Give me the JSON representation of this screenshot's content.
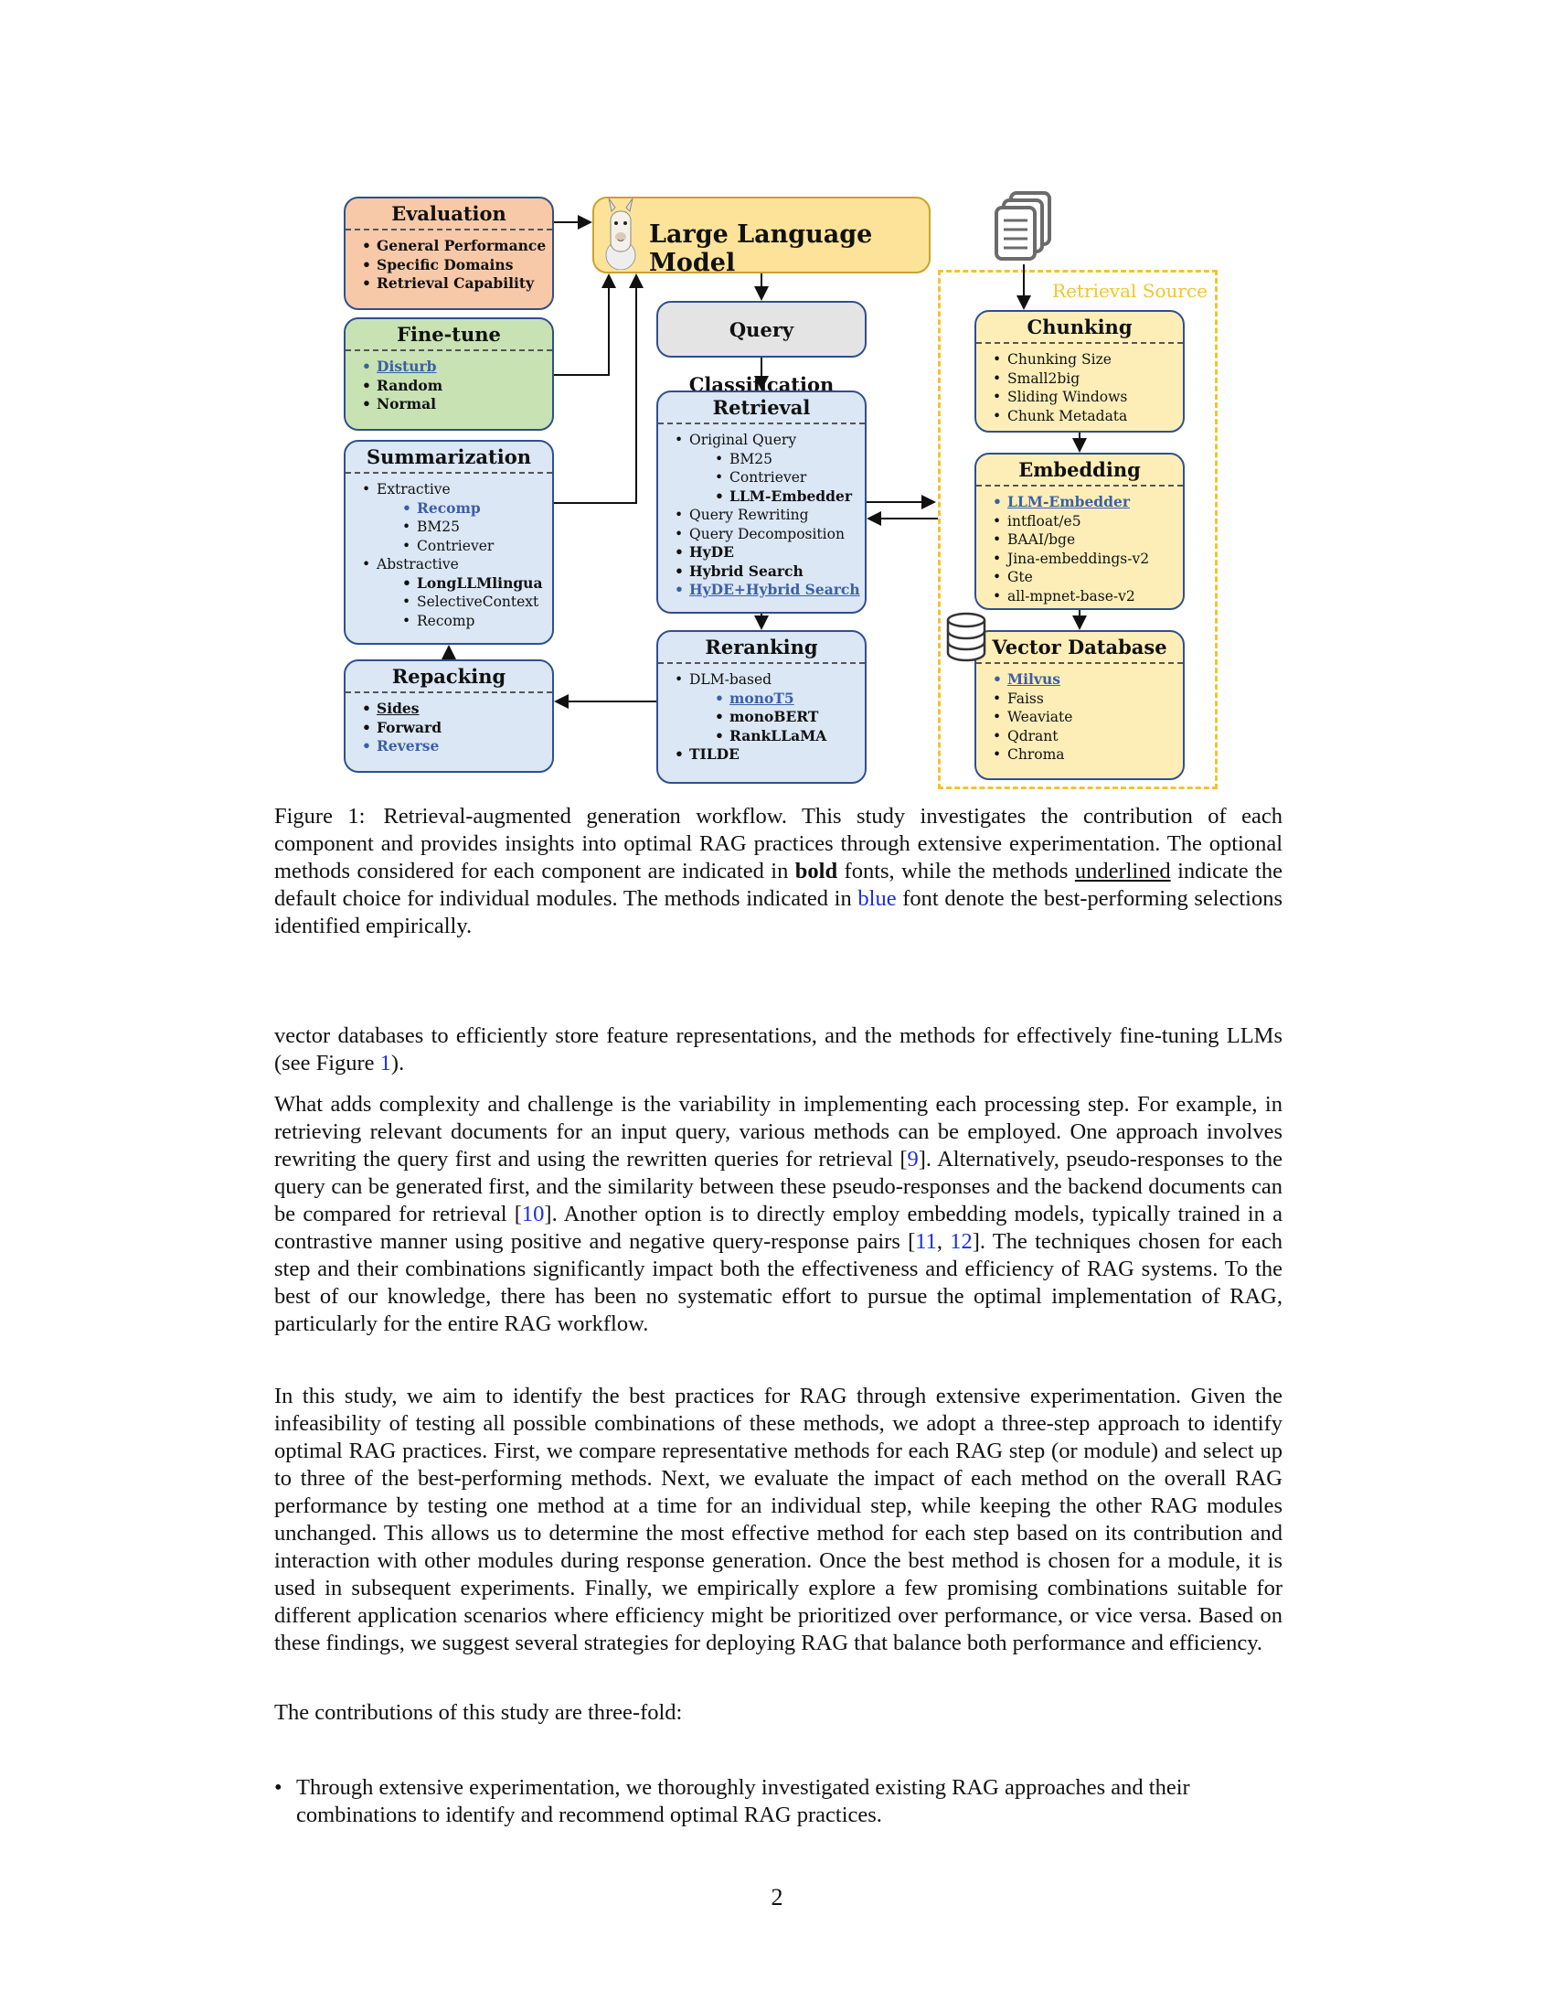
{
  "figure": {
    "evaluation": {
      "title": "Evaluation",
      "items": [
        "General Performance",
        "Specific Domains",
        "Retrieval Capability"
      ]
    },
    "llm": {
      "title": "Large Language Model"
    },
    "finetune": {
      "title": "Fine-tune",
      "items": [
        "Disturb",
        "Random",
        "Normal"
      ]
    },
    "summarization": {
      "title": "Summarization",
      "items": [
        "Extractive",
        "Recomp",
        "BM25",
        "Contriever",
        "Abstractive",
        "LongLLMlingua",
        "SelectiveContext",
        "Recomp"
      ]
    },
    "repacking": {
      "title": "Repacking",
      "items": [
        "Sides",
        "Forward",
        "Reverse"
      ]
    },
    "query_classification": {
      "title": "Query Classification"
    },
    "retrieval": {
      "title": "Retrieval",
      "items": [
        "Original Query",
        "BM25",
        "Contriever",
        "LLM-Embedder",
        "Query Rewriting",
        "Query Decomposition",
        "HyDE",
        "Hybrid Search",
        "HyDE+Hybrid Search"
      ]
    },
    "reranking": {
      "title": "Reranking",
      "items": [
        "DLM-based",
        "monoT5",
        "monoBERT",
        "RankLLaMA",
        "TILDE"
      ]
    },
    "retrieval_source": {
      "label": "Retrieval Source"
    },
    "chunking": {
      "title": "Chunking",
      "items": [
        "Chunking Size",
        "Small2big",
        "Sliding Windows",
        "Chunk Metadata"
      ]
    },
    "embedding": {
      "title": "Embedding",
      "items": [
        "LLM-Embedder",
        "intfloat/e5",
        "BAAI/bge",
        "Jina-embeddings-v2",
        "Gte",
        "all-mpnet-base-v2"
      ]
    },
    "vector_db": {
      "title": "Vector Database",
      "items": [
        "Milvus",
        "Faiss",
        "Weaviate",
        "Qdrant",
        "Chroma"
      ]
    },
    "colors": {
      "orange": "#f8c9a8",
      "green": "#c8e2b3",
      "blue": "#dbe7f5",
      "yellow": "#fdeeb8",
      "llm": "#fde39a",
      "best": "#3b5fa6"
    },
    "icons": [
      "llama-icon",
      "documents-icon",
      "database-icon"
    ]
  },
  "caption": {
    "label": "Figure 1:",
    "t1": "Retrieval-augmented generation workflow. This study investigates the contribution of each component and provides insights into optimal RAG practices through extensive experimentation. The optional methods considered for each component are indicated in ",
    "bold": "bold",
    "t2": " fonts, while the methods ",
    "underlined": "underlined",
    "t3": " indicate the default choice for individual modules. The methods indicated in ",
    "blue": "blue",
    "t4": " font denote the best-performing selections identified empirically."
  },
  "body": {
    "p1a": "vector databases to efficiently store feature representations, and the methods for effectively fine-tuning LLMs (see Figure ",
    "p1ref": "1",
    "p1b": ").",
    "p2a": "What adds complexity and challenge is the variability in implementing each processing step. For example, in retrieving relevant documents for an input query, various methods can be employed. One approach involves rewriting the query first and using the rewritten queries for retrieval [",
    "p2r1": "9",
    "p2b": "]. Alternatively, pseudo-responses to the query can be generated first, and the similarity between these pseudo-responses and the backend documents can be compared for retrieval [",
    "p2r2": "10",
    "p2c": "]. Another option is to directly employ embedding models, typically trained in a contrastive manner using positive and negative query-response pairs [",
    "p2r3": "11",
    "p2sep": ", ",
    "p2r4": "12",
    "p2d": "]. The techniques chosen for each step and their combinations significantly impact both the effectiveness and efficiency of RAG systems. To the best of our knowledge, there has been no systematic effort to pursue the optimal implementation of RAG, particularly for the entire RAG workflow.",
    "p3": "In this study, we aim to identify the best practices for RAG through extensive experimentation. Given the infeasibility of testing all possible combinations of these methods, we adopt a three-step approach to identify optimal RAG practices. First, we compare representative methods for each RAG step (or module) and select up to three of the best-performing methods. Next, we evaluate the impact of each method on the overall RAG performance by testing one method at a time for an individual step, while keeping the other RAG modules unchanged. This allows us to determine the most effective method for each step based on its contribution and interaction with other modules during response generation. Once the best method is chosen for a module, it is used in subsequent experiments. Finally, we empirically explore a few promising combinations suitable for different application scenarios where efficiency might be prioritized over performance, or vice versa. Based on these findings, we suggest several strategies for deploying RAG that balance both performance and efficiency.",
    "p4": "The contributions of this study are three-fold:",
    "bullet1": "Through extensive experimentation, we thoroughly investigated existing RAG approaches and their combinations to identify and recommend optimal RAG practices."
  },
  "page_number": "2"
}
